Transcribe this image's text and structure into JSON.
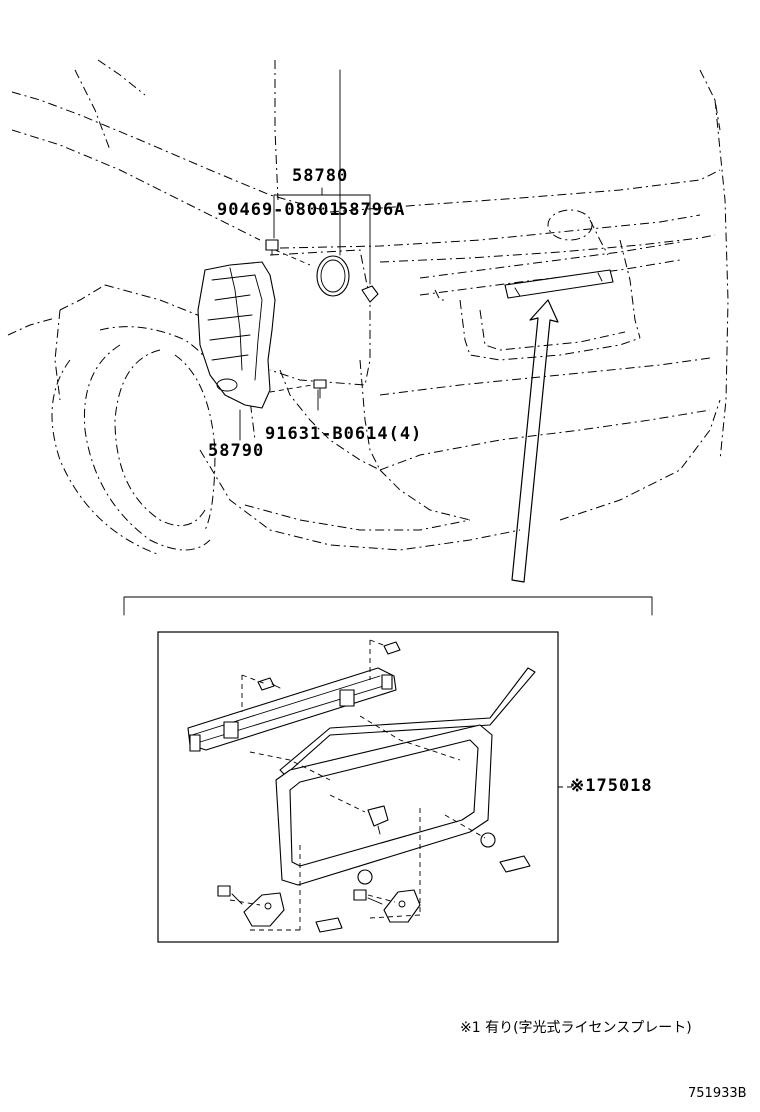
{
  "labels": {
    "part_58780": "58780",
    "part_90469": "90469-08001",
    "part_58796A": "58796A",
    "part_58790": "58790",
    "part_91631": "91631-B0614(4)",
    "part_175018": "※175018"
  },
  "footnote": "※1 有り(字光式ライセンスプレート)",
  "figure_code": "751933B"
}
